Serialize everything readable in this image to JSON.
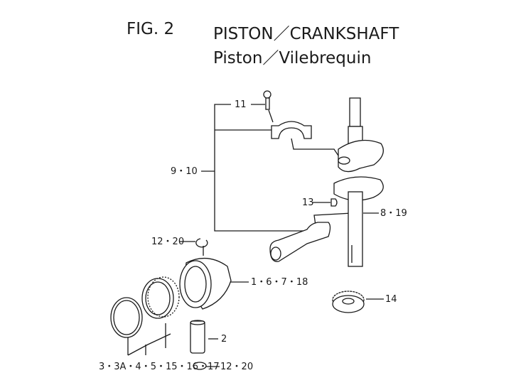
{
  "header": {
    "fig_label": "FIG.  2",
    "title_en": "PISTON／CRANKSHAFT",
    "title_fr": "Piston／Vilebrequin"
  },
  "callouts": {
    "bolt": "11",
    "conrod_group": "9・10",
    "key": "13",
    "crankshaft": "8・19",
    "clip_top": "12・20",
    "piston": "1・6・7・18",
    "gear": "14",
    "pin": "2",
    "rings": "3・3A・4・5・15・16・17",
    "clip_bottom": "12・20"
  }
}
